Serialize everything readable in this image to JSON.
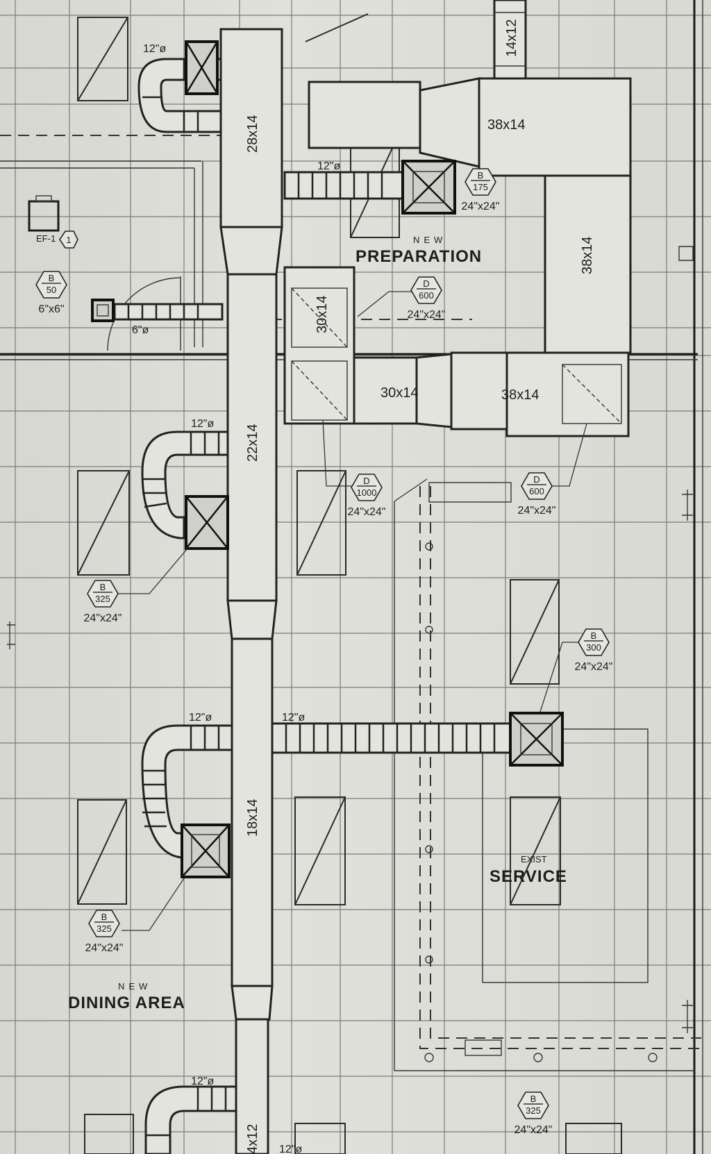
{
  "rooms": {
    "preparation": {
      "prefix": "NEW",
      "name": "PREPARATION"
    },
    "dining": {
      "prefix": "NEW",
      "name": "DINING AREA"
    },
    "service": {
      "prefix": "EXIST",
      "name": "SERVICE"
    }
  },
  "duct_sizes": {
    "d14x12": "14x12",
    "d38x14_top": "38x14",
    "d28x14": "28x14",
    "d38x14_right": "38x14",
    "d30x14_v": "30x14",
    "d30x14_h": "30x14",
    "d38x14_low": "38x14",
    "d22x14": "22x14",
    "d18x14": "18x14",
    "d4x12": "4x12"
  },
  "flex_labels": {
    "f1": "12\"ø",
    "f2": "12\"ø",
    "f3": "6\"ø",
    "f4": "12\"ø",
    "f5": "12\"ø",
    "f6": "12\"ø",
    "f7": "12\"ø",
    "f8": "12\"ø"
  },
  "tags": [
    {
      "letter": "B",
      "cfm": "175",
      "size": "24\"x24\""
    },
    {
      "letter": "B",
      "cfm": "50",
      "size": "6\"x6\""
    },
    {
      "letter": "D",
      "cfm": "600",
      "size": "24\"x24\""
    },
    {
      "letter": "D",
      "cfm": "1000",
      "size": "24\"x24\""
    },
    {
      "letter": "D",
      "cfm": "600",
      "size": "24\"x24\""
    },
    {
      "letter": "B",
      "cfm": "325",
      "size": "24\"x24\""
    },
    {
      "letter": "B",
      "cfm": "300",
      "size": "24\"x24\""
    },
    {
      "letter": "B",
      "cfm": "325",
      "size": "24\"x24\""
    },
    {
      "letter": "B",
      "cfm": "325",
      "size": "24\"x24\""
    }
  ],
  "equipment": {
    "ef_tag": "EF-1",
    "ef_number": "1"
  }
}
